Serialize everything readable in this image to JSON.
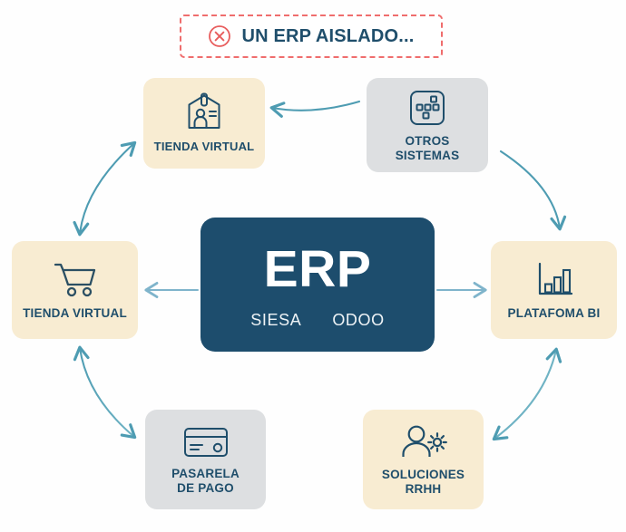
{
  "banner": {
    "icon": "circle-x-icon",
    "text": "UN ERP AISLADO...",
    "border_color": "#ef6d6d",
    "icon_color": "#e85d5d",
    "text_color": "#1f4e6b"
  },
  "center": {
    "title": "ERP",
    "subtitles": [
      "SIESA",
      "ODOO"
    ],
    "background": "#1d4d6d",
    "text_color": "#ffffff"
  },
  "cards": [
    {
      "id": "tienda-top",
      "label": "TIENDA VIRTUAL",
      "icon": "id-badge-person-icon",
      "background": "#f8ecd2",
      "tone": "beige"
    },
    {
      "id": "otros",
      "label": "OTROS\nSISTEMAS",
      "icon": "grid-squares-icon",
      "background": "#dddfe1",
      "tone": "gray"
    },
    {
      "id": "tienda-left",
      "label": "TIENDA VIRTUAL",
      "icon": "shopping-cart-icon",
      "background": "#f8ecd2",
      "tone": "beige"
    },
    {
      "id": "plataforma",
      "label": "PLATAFOMA BI",
      "icon": "bar-chart-icon",
      "background": "#f8ecd2",
      "tone": "beige"
    },
    {
      "id": "pasarela",
      "label": "PASARELA\nDE PAGO",
      "icon": "credit-card-icon",
      "background": "#dddfe1",
      "tone": "gray"
    },
    {
      "id": "rrhh",
      "label": "SOLUCIONES\nRRHH",
      "icon": "person-gear-icon",
      "background": "#f8ecd2",
      "tone": "beige"
    }
  ],
  "connectors": [
    {
      "id": "otros-to-tienda-top",
      "from": "otros",
      "to": "tienda-top",
      "style": "curved",
      "heads": "single",
      "color": "#4e9cb2"
    },
    {
      "id": "otros-to-plataforma",
      "from": "otros",
      "to": "plataforma",
      "style": "curved",
      "heads": "single",
      "color": "#4e9cb2"
    },
    {
      "id": "tienda-top-tienda-left",
      "from": "tienda-top",
      "to": "tienda-left",
      "style": "curved",
      "heads": "double",
      "color": "#4e9cb2"
    },
    {
      "id": "tienda-left-pasarela",
      "from": "tienda-left",
      "to": "pasarela",
      "style": "curved",
      "heads": "double",
      "color": "#4e9cb2"
    },
    {
      "id": "rrhh-to-plataforma",
      "from": "rrhh",
      "to": "plataforma",
      "style": "curved",
      "heads": "double",
      "color": "#6fb3c4"
    },
    {
      "id": "erp-to-tienda-left",
      "from": "erp",
      "to": "tienda-left",
      "style": "straight",
      "heads": "single",
      "color": "#7fb4cb"
    },
    {
      "id": "erp-to-plataforma",
      "from": "erp",
      "to": "plataforma",
      "style": "straight",
      "heads": "single",
      "color": "#7fb4cb"
    }
  ],
  "palette": {
    "navy": "#1d4d6d",
    "beige": "#f8ecd2",
    "gray": "#dddfe1",
    "teal": "#4e9cb2",
    "light_blue": "#7fb4cb",
    "red": "#ef6d6d",
    "background": "#ffffff"
  }
}
